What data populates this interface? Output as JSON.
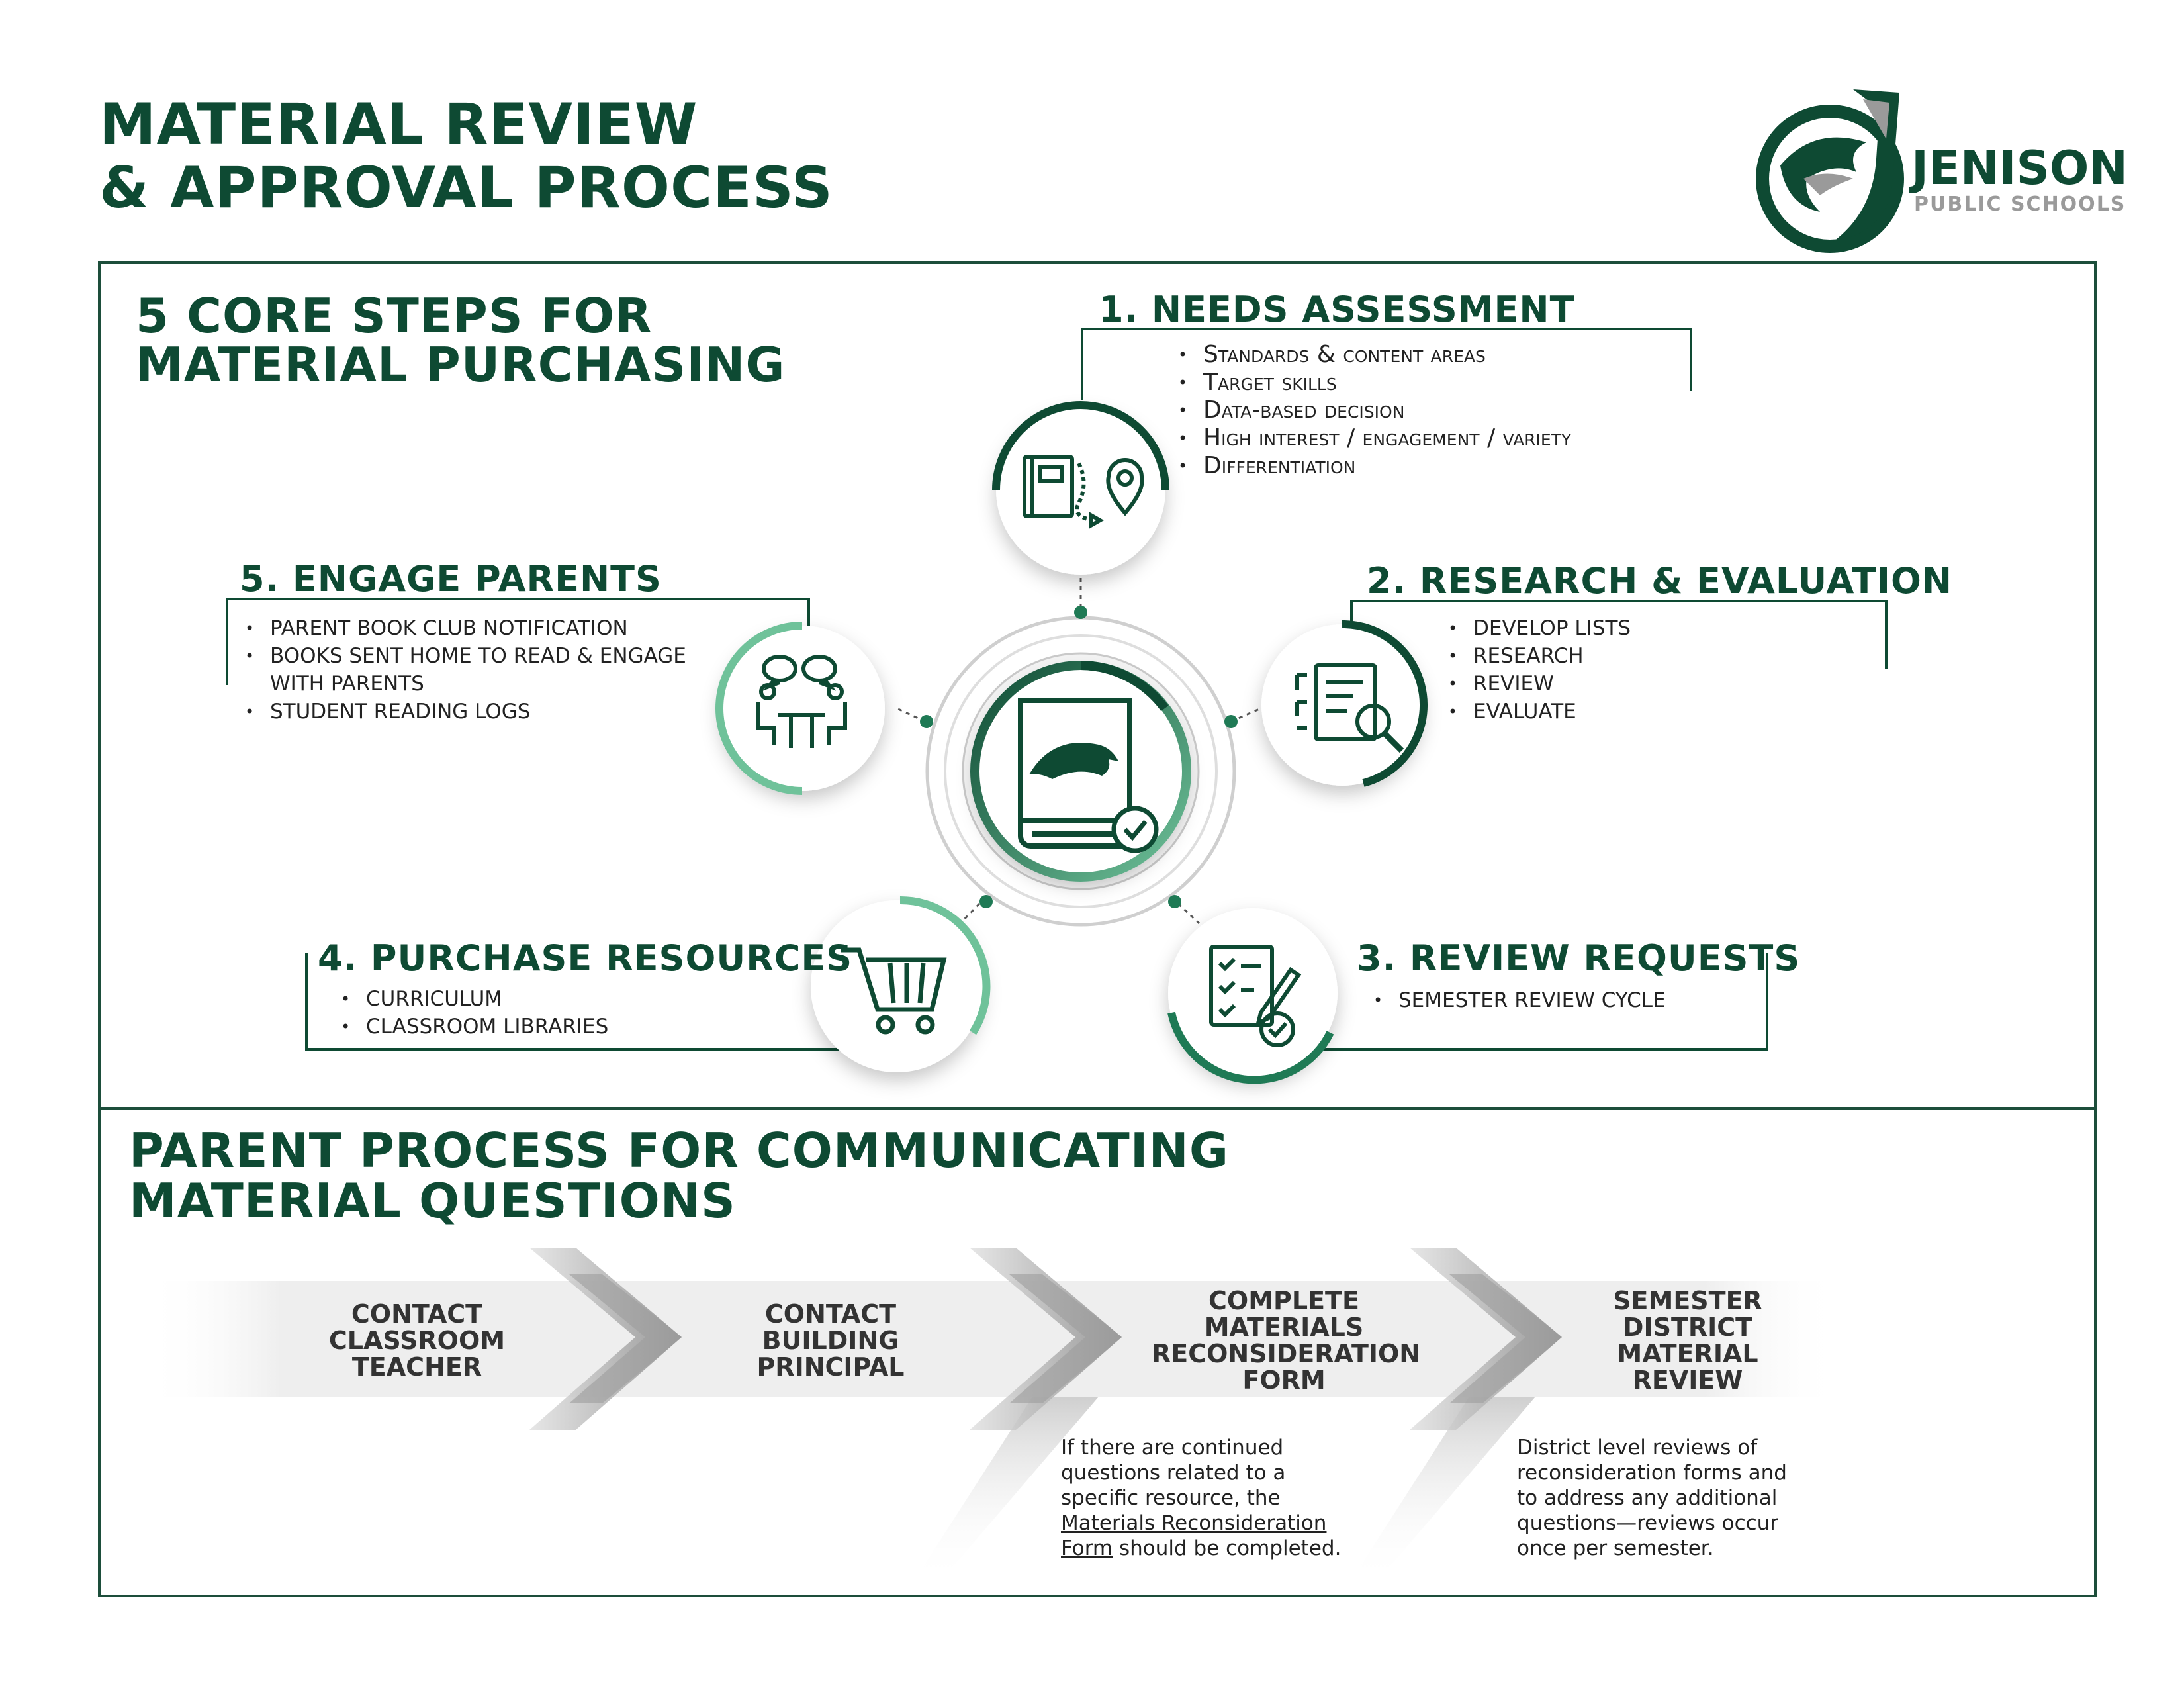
{
  "header": {
    "title_line1": "MATERIAL REVIEW",
    "title_line2": "& APPROVAL PROCESS",
    "logo_name": "JENISON",
    "logo_sub": "PUBLIC SCHOOLS"
  },
  "core": {
    "title_line1": "5 CORE STEPS FOR",
    "title_line2": "MATERIAL PURCHASING",
    "steps": [
      {
        "heading": "1. NEEDS ASSESSMENT",
        "icon": "book-map-pin-icon",
        "bullets": [
          "Standards & content areas",
          "Target skills",
          "Data-based decision",
          "High interest / engagement / variety",
          "Differentiation"
        ]
      },
      {
        "heading": "2. RESEARCH & EVALUATION",
        "icon": "document-search-icon",
        "bullets": [
          "DEVELOP LISTS",
          "RESEARCH",
          "REVIEW",
          "EVALUATE"
        ]
      },
      {
        "heading": "3. REVIEW REQUESTS",
        "icon": "checklist-pencil-icon",
        "bullets": [
          "SEMESTER REVIEW CYCLE"
        ]
      },
      {
        "heading": "4. PURCHASE RESOURCES",
        "icon": "shopping-cart-icon",
        "bullets": [
          "CURRICULUM",
          "CLASSROOM LIBRARIES"
        ]
      },
      {
        "heading": "5. ENGAGE PARENTS",
        "icon": "people-talking-icon",
        "bullets": [
          "PARENT BOOK CLUB NOTIFICATION",
          "BOOKS SENT HOME TO READ & ENGAGE WITH PARENTS",
          "STUDENT READING LOGS"
        ]
      }
    ],
    "center_icon": "book-wildcat-check-icon"
  },
  "parent_process": {
    "title_line1": "PARENT PROCESS FOR COMMUNICATING",
    "title_line2": "MATERIAL QUESTIONS",
    "steps": [
      {
        "label_lines": [
          "CONTACT",
          "CLASSROOM",
          "TEACHER"
        ]
      },
      {
        "label_lines": [
          "CONTACT",
          "BUILDING",
          "PRINCIPAL"
        ]
      },
      {
        "label_lines": [
          "COMPLETE",
          "MATERIALS",
          "RECONSIDERATION",
          "FORM"
        ]
      },
      {
        "label_lines": [
          "SEMESTER",
          "DISTRICT",
          "MATERIAL",
          "REVIEW"
        ]
      }
    ],
    "form_desc": {
      "before": "If there are continued questions related to a specific resource, the ",
      "link": "Materials Reconsideration Form",
      "after": " should be completed."
    },
    "review_desc": "District level reviews of reconsideration forms and to address any additional questions—reviews occur once per semester."
  },
  "colors": {
    "dark_green": "#0e4a33",
    "mid_green": "#1f7a55",
    "light_green": "#6fc29a",
    "gray": "#9a9a9a"
  }
}
